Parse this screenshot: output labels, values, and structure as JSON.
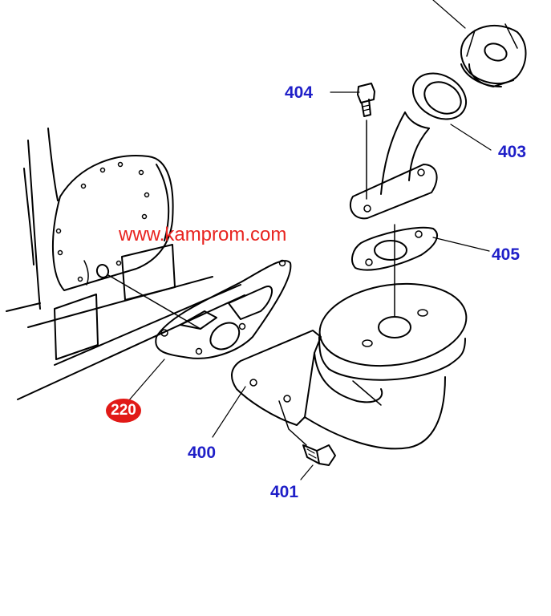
{
  "watermark": "www.kamprom.com",
  "labels": {
    "p400": "400",
    "p401": "401",
    "p403": "403",
    "p404": "404",
    "p405": "405",
    "p220": "220"
  },
  "colors": {
    "label_blue": "#1f1fc8",
    "watermark_red": "#e8231f",
    "badge_red": "#e11a17",
    "line": "#000000"
  }
}
